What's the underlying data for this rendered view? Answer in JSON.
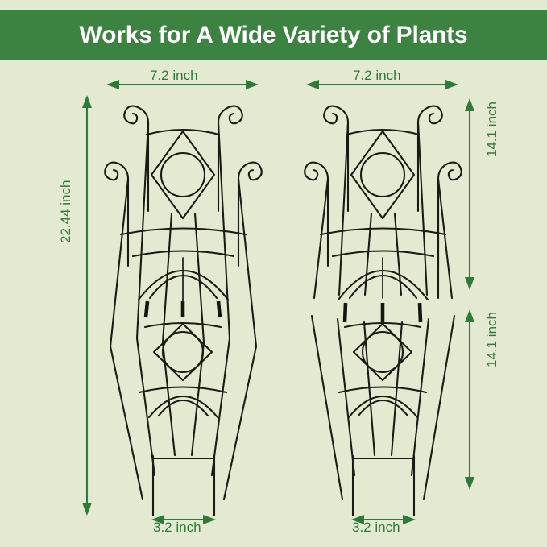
{
  "banner": {
    "title": "Works for A Wide Variety of Plants",
    "background_color": "#3c8342",
    "text_color": "#ffffff"
  },
  "page": {
    "background_color": "#e4ead2",
    "dimension_color": "#2f7a36",
    "wire_color": "#1b1b14"
  },
  "dimensions": {
    "top_left_width": "7.2 inch",
    "top_right_width": "7.2 inch",
    "bottom_left_width": "3.2 inch",
    "bottom_right_width": "3.2 inch",
    "total_height": "22.44 inch",
    "right_upper_section": "14.1 inch",
    "right_lower_section": "14.1 inch"
  },
  "products": [
    {
      "name": "garden-trellis-assembled",
      "top_width": "7.2 inch",
      "bottom_width": "3.2 inch",
      "total_height": "22.44 inch"
    },
    {
      "name": "garden-trellis-sectioned",
      "top_width": "7.2 inch",
      "bottom_width": "3.2 inch",
      "upper_section_height": "14.1 inch",
      "lower_section_height": "14.1 inch"
    }
  ]
}
